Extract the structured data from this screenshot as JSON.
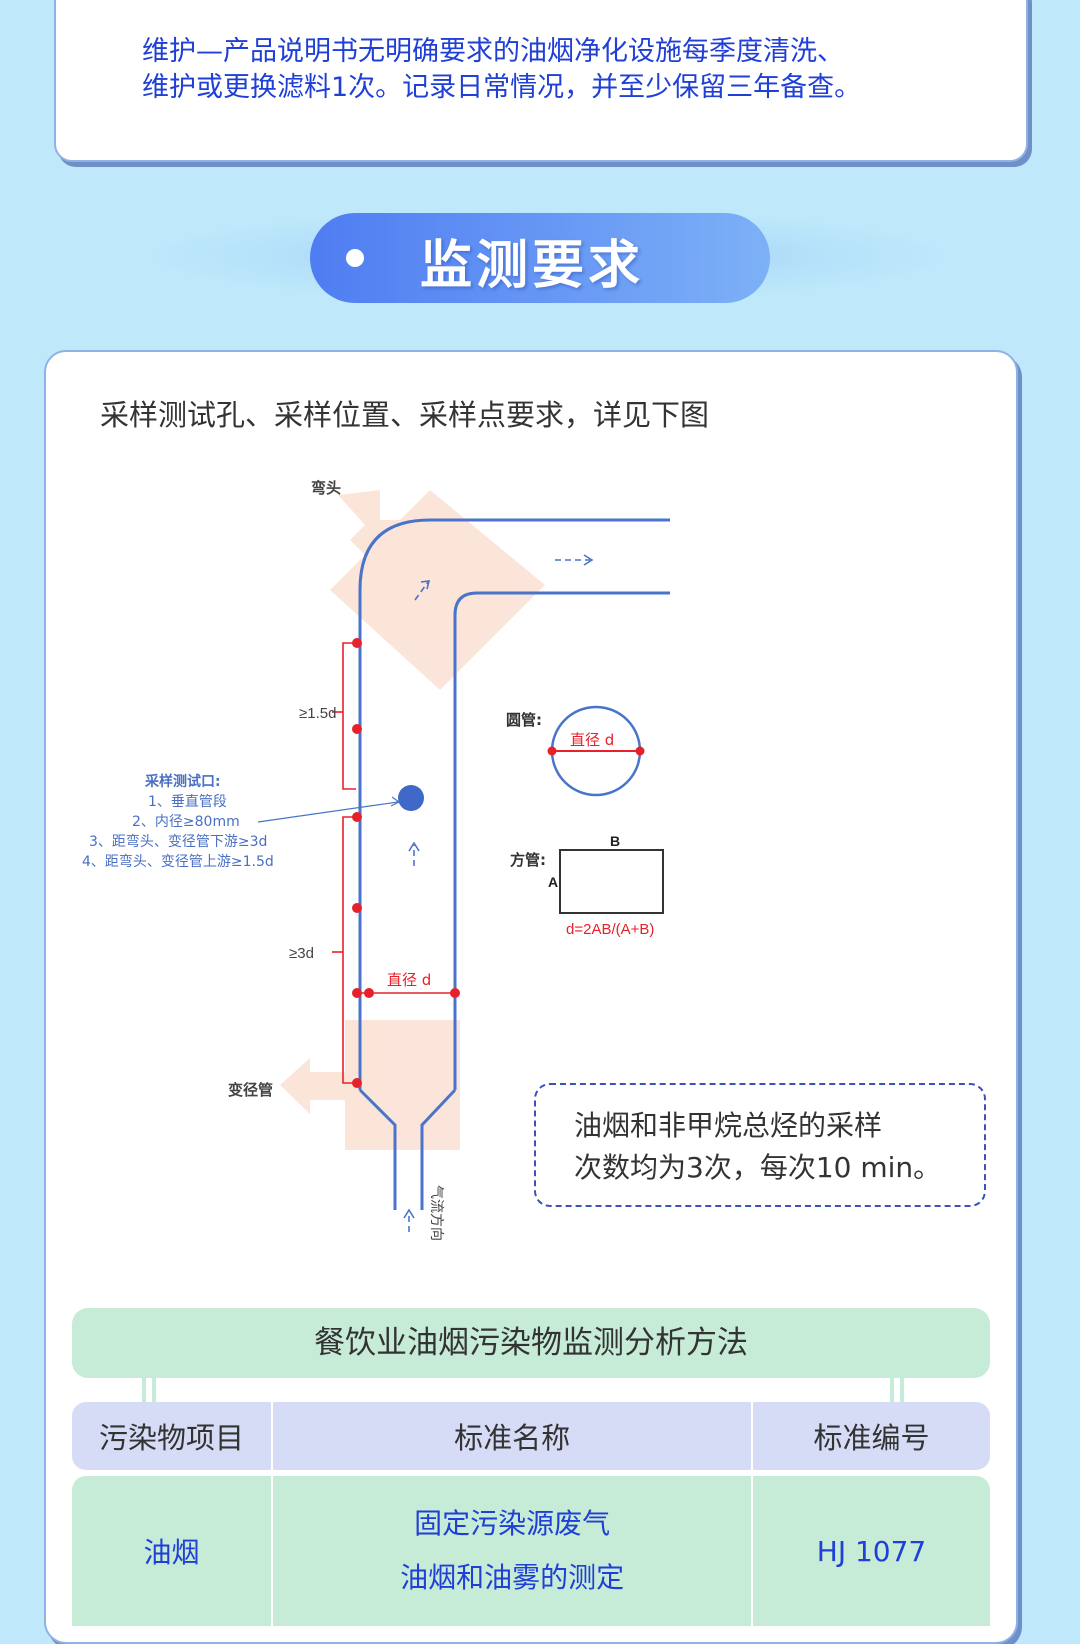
{
  "maintenance": {
    "line1": "维护—产品说明书无明确要求的油烟净化设施每季度清洗、",
    "line2": "维护或更换滤料1次。记录日常情况，并至少保留三年备查。"
  },
  "section_title": "监测要求",
  "intro": "采样测试孔、采样位置、采样点要求，详见下图",
  "diagram": {
    "elbow_label": "弯头",
    "reducer_label": "变径管",
    "flow_label": "气流方向",
    "range_top": "≥1.5d",
    "range_bottom": "≥3d",
    "diameter_label": "直径 d",
    "sampling_port_title": "采样测试口:",
    "sampling_items": [
      "1、垂直管段",
      "2、内径≥80mm",
      "3、距弯头、变径管下游≥3d",
      "4、距弯头、变径管上游≥1.5d"
    ],
    "round_pipe_label": "圆管:",
    "round_diameter": "直径 d",
    "square_pipe_label": "方管:",
    "side_a": "A",
    "side_b": "B",
    "formula": "d=2AB/(A+B)",
    "accent_red": "#e8202a",
    "pipe_blue": "#4a74c9"
  },
  "note": {
    "line1": "油烟和非甲烷总烃的采样",
    "line2": "次数均为3次，每次10 min。"
  },
  "table": {
    "title": "餐饮业油烟污染物监测分析方法",
    "headers": [
      "污染物项目",
      "标准名称",
      "标准编号"
    ],
    "rows": [
      {
        "item": "油烟",
        "name_line1": "固定污染源废气",
        "name_line2": "油烟和油雾的测定",
        "code": "HJ 1077"
      }
    ]
  }
}
